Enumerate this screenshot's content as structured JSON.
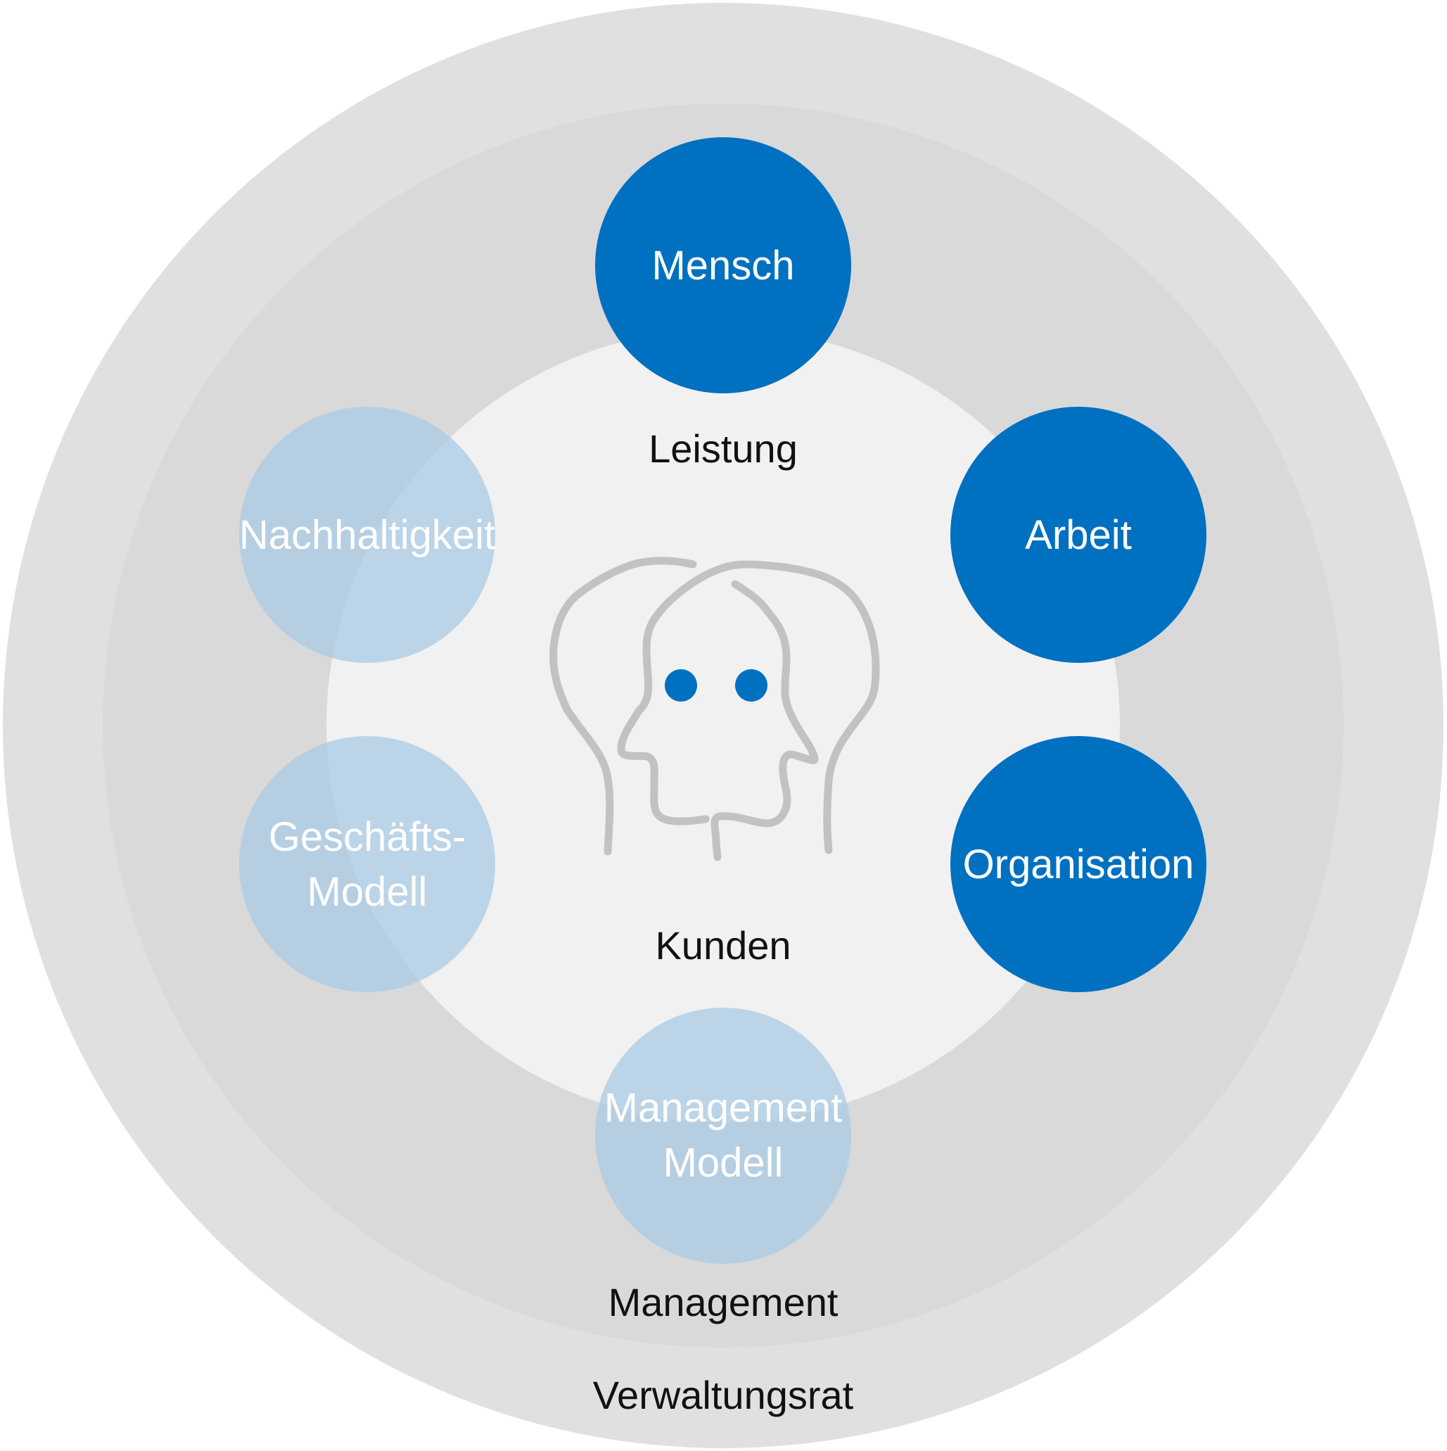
{
  "rings": {
    "outer": "Verwaltungsrat",
    "middle": "Management",
    "inner_top": "Leistung",
    "inner_bottom": "Kunden"
  },
  "nodes": {
    "mensch": "Mensch",
    "arbeit": "Arbeit",
    "organisation": "Organisation",
    "management_modell": [
      "Management",
      "Modell"
    ],
    "geschaeftsmodell": [
      "Geschäfts-",
      "Modell"
    ],
    "nachhaltigkeit": "Nachhaltigkeit"
  },
  "colors": {
    "outer_ring": "#e0e0e0",
    "middle_ring": "#d9d9d9",
    "inner_circle": "#f1f1f1",
    "dark_node": "#0070c0",
    "light_node": "#a9c9e3",
    "icon_stroke": "#c2c2c2",
    "icon_eyes": "#0070c0"
  },
  "icon": "two-heads-icon"
}
